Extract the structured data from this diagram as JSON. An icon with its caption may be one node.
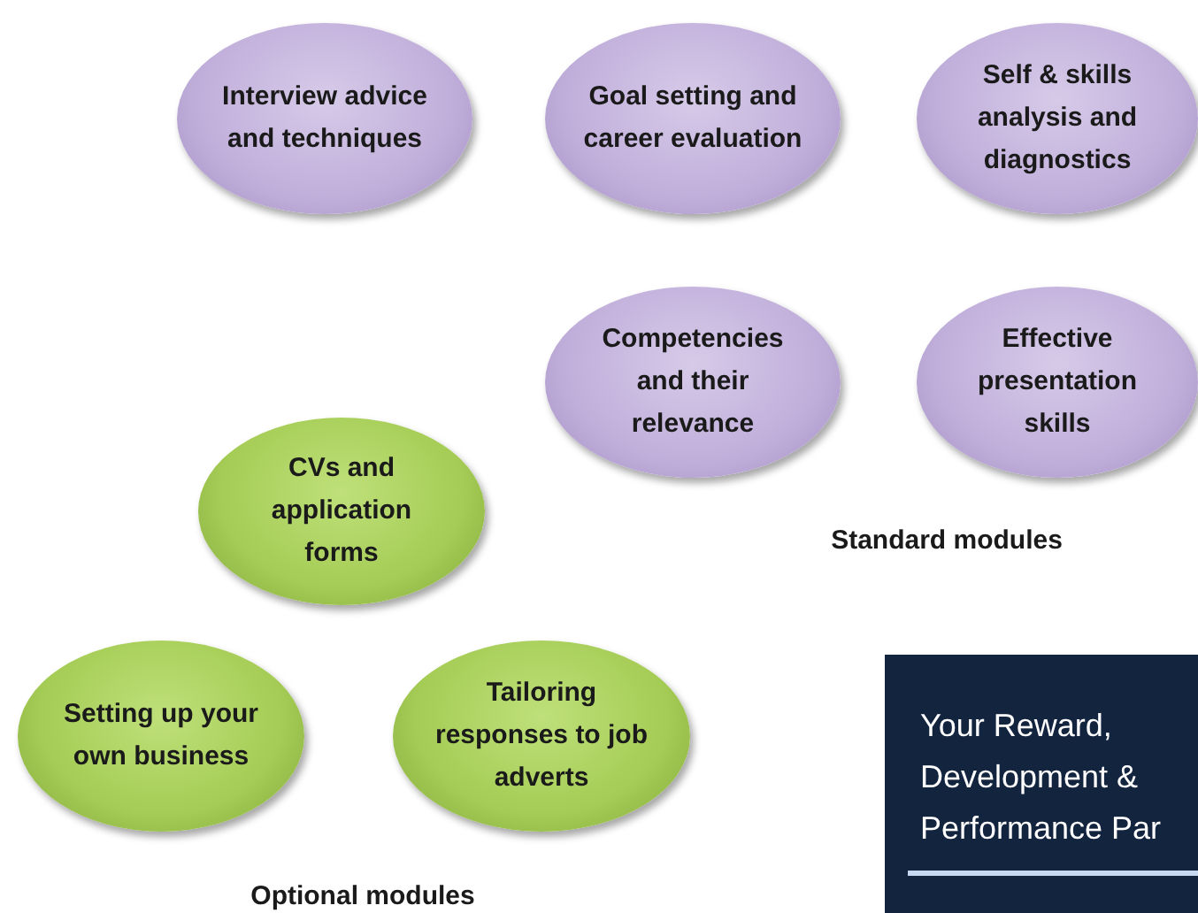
{
  "diagram": {
    "nodes": [
      {
        "text": [
          "Interview advice and techniques"
        ]
      },
      {
        "text": [
          "Goal setting and career evaluation"
        ]
      },
      {
        "text": [
          "Self & skills analysis and diagnostics"
        ]
      },
      {
        "text": [
          "Competencies and their relevance"
        ]
      },
      {
        "text": [
          "Effective presentation skills"
        ]
      },
      {
        "text": [
          "CVs and application forms"
        ]
      },
      {
        "text": [
          "Setting up your own business"
        ]
      },
      {
        "text": [
          "Tailoring responses to job adverts"
        ]
      },
      {
        "text": [
          "Your Reward, Development & Performance Par"
        ]
      }
    ],
    "labels": [
      "Standard modules",
      "Optional modules"
    ]
  }
}
